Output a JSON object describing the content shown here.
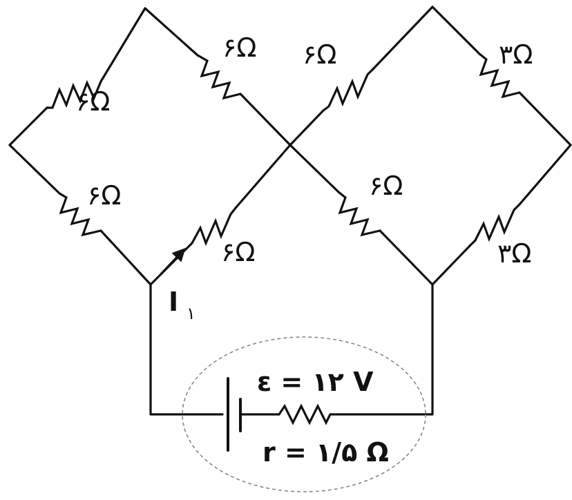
{
  "resistors": {
    "r_left_upper": "۶Ω",
    "r_center_upper": "۶Ω",
    "r_right_upper_left": "۶Ω",
    "r_right_upper_right": "۳Ω",
    "r_left_lower": "۶Ω",
    "r_center_lower": "۶Ω",
    "r_right_lower_left": "۶Ω",
    "r_right_lower_right": "۳Ω"
  },
  "current": {
    "symbol": "I",
    "subscript": "۱"
  },
  "battery": {
    "emf": "ε = ۱۲ V",
    "internal_resistance": "r = ۱/۵ Ω"
  },
  "colors": {
    "ink": "#111111",
    "dashed_outline": "#888888"
  }
}
